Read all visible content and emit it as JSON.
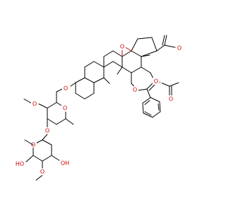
{
  "molecule": {
    "atoms": {
      "oxygen_symbol": "O",
      "hydroxyl_label": "HO",
      "hydroxyl_label_right": "OH",
      "hydrogen_symbol": "H"
    },
    "colors": {
      "bond": "#000000",
      "oxygen": "#cc0000",
      "background": "#ffffff"
    }
  }
}
